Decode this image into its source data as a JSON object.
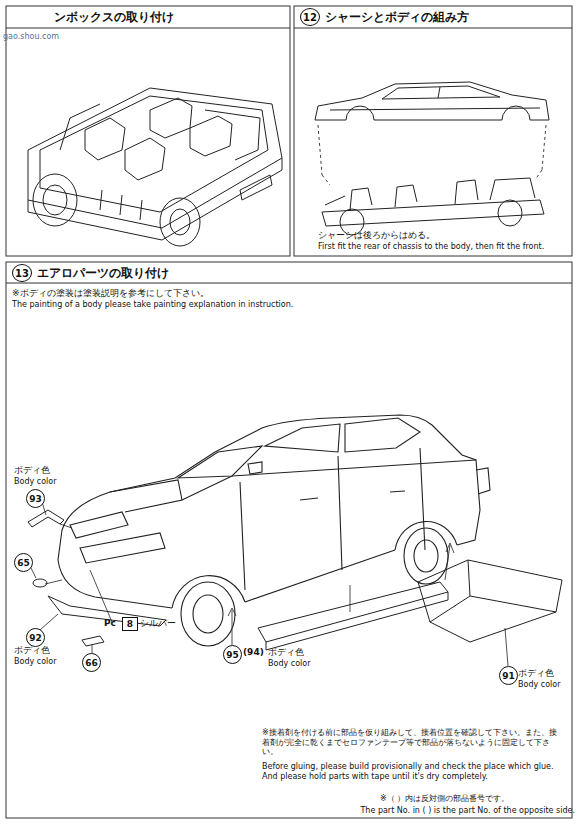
{
  "diagram": {
    "nodes": [
      {
        "text": [
          "ンボックスの取り付け"
        ]
      },
      {
        "text": [
          "12",
          "シャーシとボディの組み方"
        ]
      },
      {
        "text": [
          "13",
          "エアロパーツの取り付け"
        ]
      },
      {
        "text": [
          "93"
        ]
      },
      {
        "text": [
          "65"
        ]
      },
      {
        "text": [
          "92"
        ]
      },
      {
        "text": [
          "66"
        ]
      },
      {
        "text": [
          "8"
        ]
      },
      {
        "text": [
          "95"
        ]
      },
      {
        "text": [
          "91"
        ]
      }
    ],
    "labels": [
      "gao.shou.com",
      "シャーシは後ろからはめる。",
      "First fit the rear of chassis to the body, then fit the front.",
      "※ボディの塗装は塗装説明を参考にして下さい。",
      "The painting of a body please take painting explanation in instruction.",
      "ボディ色",
      "Body color",
      "ボディ色",
      "Body color",
      "Pc",
      "シルバー",
      "(94)",
      "ボディ色",
      "Body color",
      "ボディ色",
      "Body color",
      "※接着剤を付ける前に部品を仮り組みして、接着位置を確認して下さい。また、接着剤が完全に乾くまでセロファンテープ等で部品が落ちないように固定して下さい。",
      "Before gluing, please build provisionally and check the place which glue. And please hold parts with tape until it's dry completely.",
      "※（ ）内は反対側の部品番号です。",
      "The part No. in ( ) is the part No. of the opposite side."
    ]
  }
}
